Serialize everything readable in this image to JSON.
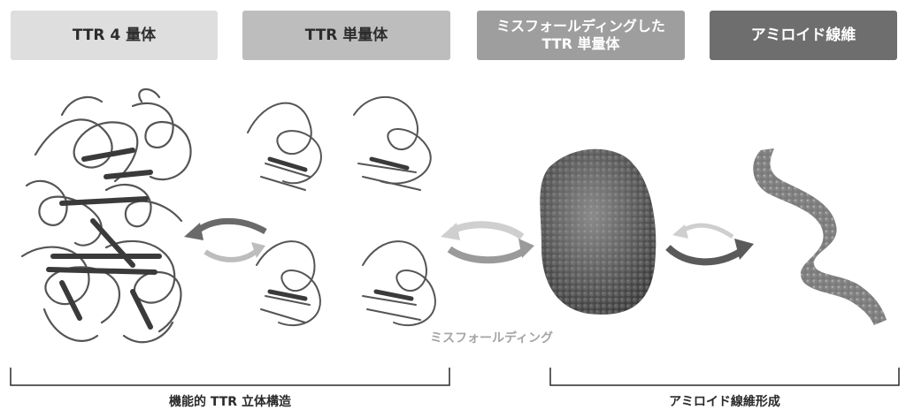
{
  "headers": {
    "tetramer": "TTR 4 量体",
    "monomer": "TTR 単量体",
    "misfolded_line1": "ミスフォールディングした",
    "misfolded_line2": "TTR 単量体",
    "fibril": "アミロイド線維"
  },
  "labels": {
    "misfolding": "ミスフォールディング",
    "functional_structure": "機能的 TTR 立体構造",
    "fibril_formation": "アミロイド線維形成"
  },
  "colors": {
    "header1": "#dedede",
    "header2": "#bdbdbd",
    "header3": "#9e9e9e",
    "header4": "#6e6e6e"
  },
  "icons": [
    "tetramer-ribbon-icon",
    "monomer-ribbon-icon",
    "misfolded-blob-icon",
    "fibril-icon",
    "equilibrium-arrows-icon"
  ]
}
